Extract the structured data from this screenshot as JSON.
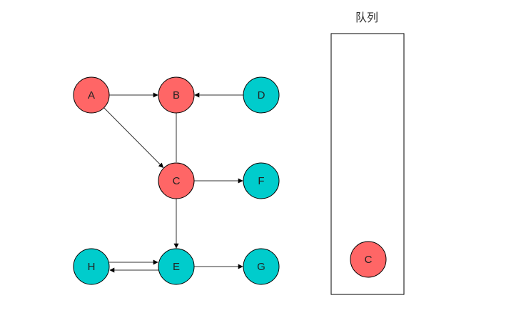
{
  "colors": {
    "visited": "#FF6666",
    "unvisited": "#00CCCC",
    "stroke": "#000000",
    "edge": "#333333"
  },
  "graph": {
    "nodes": [
      {
        "id": "A",
        "label": "A",
        "state": "visited"
      },
      {
        "id": "B",
        "label": "B",
        "state": "visited"
      },
      {
        "id": "C",
        "label": "C",
        "state": "visited"
      },
      {
        "id": "D",
        "label": "D",
        "state": "unvisited"
      },
      {
        "id": "E",
        "label": "E",
        "state": "unvisited"
      },
      {
        "id": "F",
        "label": "F",
        "state": "unvisited"
      },
      {
        "id": "G",
        "label": "G",
        "state": "unvisited"
      },
      {
        "id": "H",
        "label": "H",
        "state": "unvisited"
      }
    ],
    "edges": [
      {
        "from": "A",
        "to": "B",
        "arrow": true
      },
      {
        "from": "A",
        "to": "C",
        "arrow": true
      },
      {
        "from": "D",
        "to": "B",
        "arrow": true
      },
      {
        "from": "B",
        "to": "C",
        "arrow": false
      },
      {
        "from": "C",
        "to": "F",
        "arrow": true
      },
      {
        "from": "C",
        "to": "E",
        "arrow": true
      },
      {
        "from": "E",
        "to": "G",
        "arrow": true
      },
      {
        "from": "H",
        "to": "E",
        "arrow": true
      },
      {
        "from": "E",
        "to": "H",
        "arrow": true
      }
    ]
  },
  "queue": {
    "title": "队列",
    "items": [
      {
        "label": "C",
        "state": "visited"
      }
    ]
  }
}
